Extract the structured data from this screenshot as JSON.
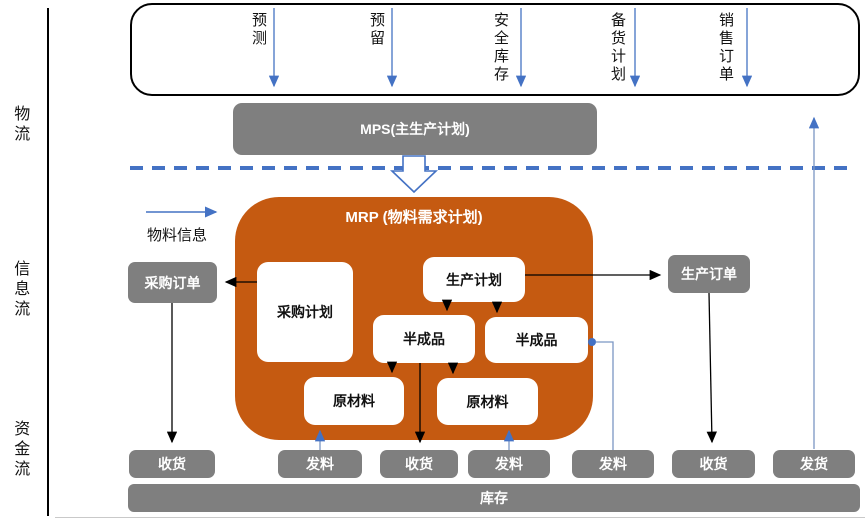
{
  "colors": {
    "orange": "#C55A11",
    "gray": "#7F7F7F",
    "blue_arrow": "#4472C4",
    "light_blue_line": "#7B96C4",
    "black": "#000000"
  },
  "flow_axis": {
    "labels": [
      {
        "label": "物流"
      },
      {
        "label": "信息流"
      },
      {
        "label": "资金流"
      }
    ]
  },
  "top_inputs": {
    "items": [
      {
        "label": "预测"
      },
      {
        "label": "预留"
      },
      {
        "label": "安全库存"
      },
      {
        "label": "备货计划"
      },
      {
        "label": "销售订单"
      }
    ]
  },
  "mps": {
    "label": "MPS(主生产计划)"
  },
  "material_info": {
    "label": "物料信息"
  },
  "mrp": {
    "title": "MRP (物料需求计划)",
    "boxes": {
      "purchase_plan": "采购计划",
      "production_plan": "生产计划",
      "semi_finished_1": "半成品",
      "semi_finished_2": "半成品",
      "raw_material_1": "原材料",
      "raw_material_2": "原材料"
    }
  },
  "orders": {
    "purchase_order": "采购订单",
    "production_order": "生产订单"
  },
  "bottom_row": {
    "items": [
      {
        "label": "收货"
      },
      {
        "label": "发料"
      },
      {
        "label": "收货"
      },
      {
        "label": "发料"
      },
      {
        "label": "发料"
      },
      {
        "label": "收货"
      },
      {
        "label": "发货"
      }
    ]
  },
  "inventory": {
    "label": "库存"
  }
}
